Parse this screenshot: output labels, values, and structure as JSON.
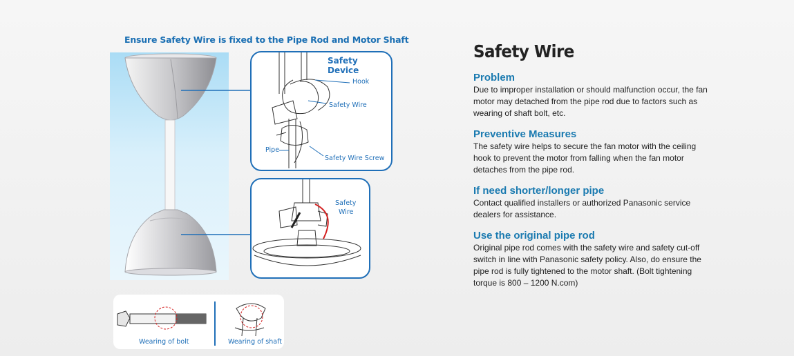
{
  "diagram": {
    "title": "Ensure Safety Wire is fixed to  the Pipe Rod and Motor Shaft",
    "callout_top": {
      "heading": "Safety Device",
      "hook": "Hook",
      "safety_wire": "Safety Wire",
      "pipe": "Pipe",
      "safety_wire_screw": "Safety Wire Screw"
    },
    "callout_bottom": {
      "safety_wire_line1": "Safety",
      "safety_wire_line2": "Wire"
    },
    "wear": {
      "bolt": "Wearing of bolt",
      "shaft": "Wearing of shaft"
    }
  },
  "info": {
    "title": "Safety Wire",
    "sections": [
      {
        "heading": "Problem",
        "body": "Due to improper installation or should malfunction occur, the fan motor may detached from the pipe rod due to factors such as wearing of shaft bolt, etc."
      },
      {
        "heading": "Preventive Measures",
        "body": "The safety wire helps to secure the fan motor with the ceiling hook to prevent the motor from falling when the fan motor detaches from the pipe rod."
      },
      {
        "heading": "If need shorter/longer pipe",
        "body": "Contact qualified installers or authorized Panasonic service dealers for assistance."
      },
      {
        "heading": "Use the original pipe rod",
        "body": "Original pipe rod comes with the safety wire and safety cut-off switch in line with Panasonic safety policy. Also, do ensure the pipe rod is fully tightened to the motor shaft. (Bolt tightening torque is 800 – 1200 N.com)"
      }
    ]
  },
  "colors": {
    "accent": "#1f6fb8",
    "heading": "#1a7ab0",
    "danger": "#d42020"
  }
}
